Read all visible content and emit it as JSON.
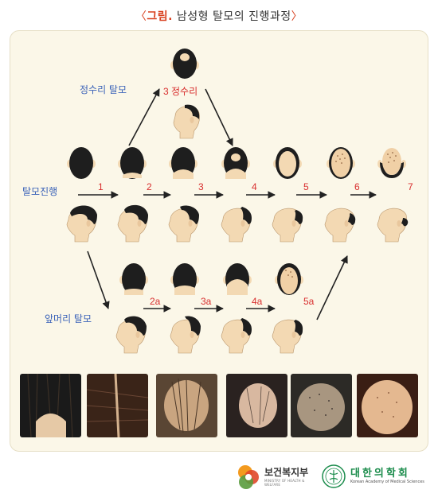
{
  "title": {
    "bracket_open": "〈",
    "label": "그림.",
    "text": " 남성형 탈모의 진행과정",
    "bracket_close": "〉"
  },
  "sections": {
    "vertex": "정수리 탈모",
    "progression": "탈모진행",
    "frontal": "앞머리 탈모"
  },
  "vertex_stage": {
    "label": "3 정수리"
  },
  "main_stages": [
    "1",
    "2",
    "3",
    "4",
    "5",
    "6",
    "7"
  ],
  "frontal_stages": [
    "2a",
    "3a",
    "4a",
    "5a"
  ],
  "photos": [
    {
      "icon": "hair-photo-1"
    },
    {
      "icon": "hair-photo-2"
    },
    {
      "icon": "hair-photo-3"
    },
    {
      "icon": "hair-photo-4"
    },
    {
      "icon": "hair-photo-5"
    },
    {
      "icon": "hair-photo-6"
    }
  ],
  "logos": {
    "ministry": {
      "name": "보건복지부",
      "sub": "MINISTRY OF HEALTH & WELFARE"
    },
    "kams": {
      "name": "대한의학회",
      "sub": "Korean Academy of Medical Sciences"
    }
  },
  "colors": {
    "title_accent": "#d8401f",
    "section_label": "#3a62b8",
    "stage_number": "#d82e2e",
    "panel_bg": "#fbf7e8",
    "hair": "#1e1e1e",
    "skin": "#f3d9b3",
    "arrow": "#222222"
  }
}
